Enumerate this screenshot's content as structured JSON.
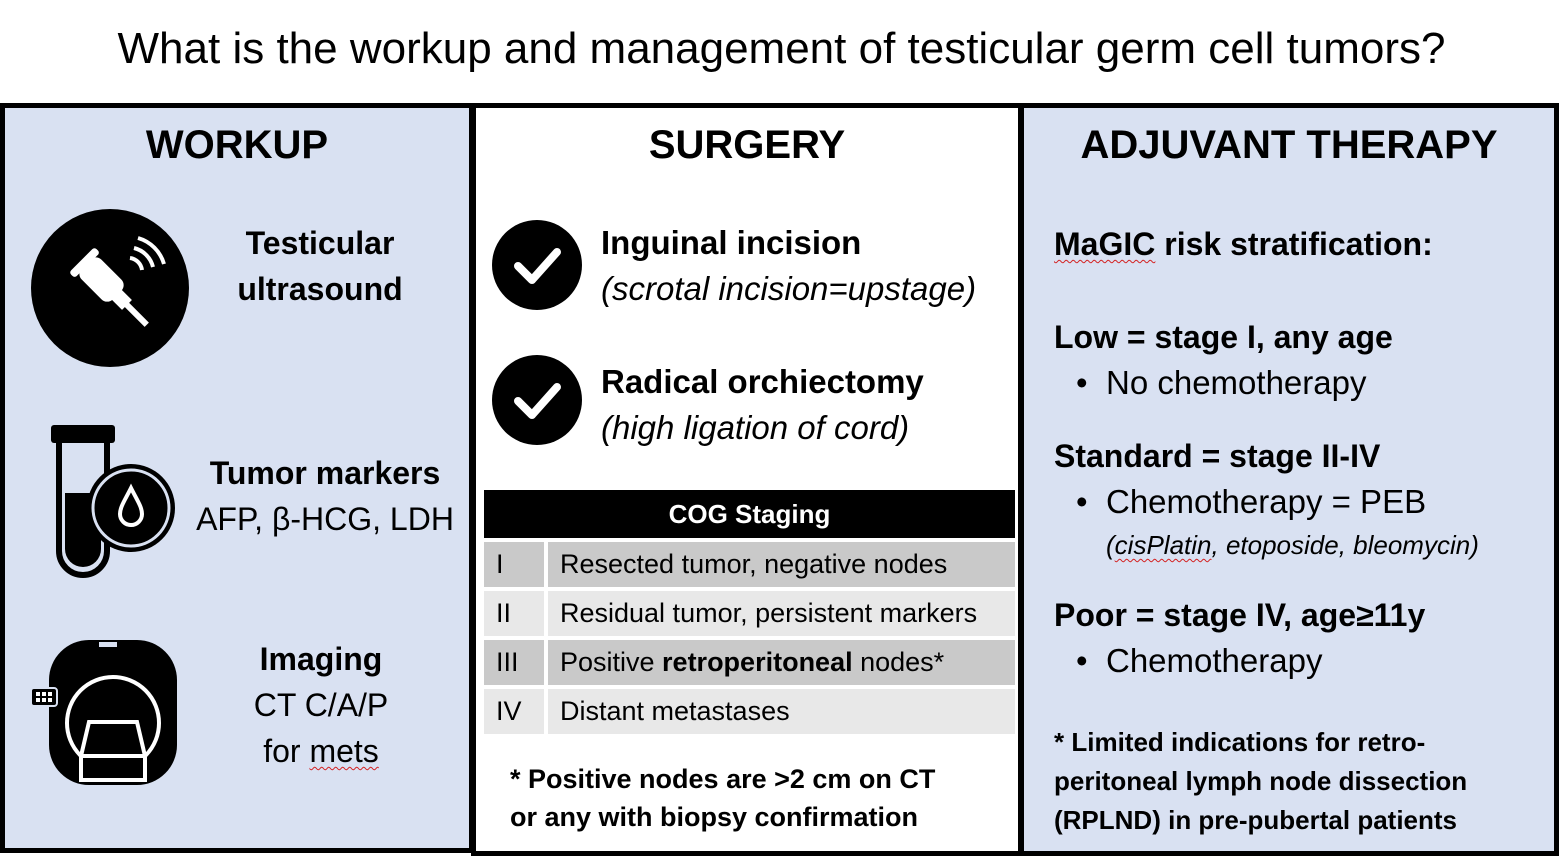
{
  "title": "What is the workup and management of testicular germ cell tumors?",
  "workup": {
    "heading": "WORKUP",
    "items": [
      {
        "icon": "ultrasound-probe-icon",
        "title_line1": "Testicular",
        "title_line2": "ultrasound"
      },
      {
        "icon": "blood-test-tube-icon",
        "title": "Tumor markers",
        "detail": "AFP, β-HCG, LDH"
      },
      {
        "icon": "ct-scanner-icon",
        "title": "Imaging",
        "detail_line1": "CT C/A/P",
        "detail_line2_pre": "for ",
        "detail_line2_word": "mets"
      }
    ]
  },
  "surgery": {
    "heading": "SURGERY",
    "items": [
      {
        "title": "Inguinal incision",
        "note": "(scrotal incision=upstage)"
      },
      {
        "title": "Radical orchiectomy",
        "note": "(high ligation of cord)"
      }
    ],
    "staging": {
      "header": "COG Staging",
      "rows": [
        {
          "stage": "I",
          "desc": "Resected tumor, negative nodes"
        },
        {
          "stage": "II",
          "desc": "Residual tumor, persistent markers"
        },
        {
          "stage": "III",
          "desc_pre": "Positive ",
          "desc_bold": "retroperitoneal",
          "desc_post": " nodes*"
        },
        {
          "stage": "IV",
          "desc": "Distant metastases"
        }
      ]
    },
    "footnote_line1": "* Positive nodes are >2 cm on CT",
    "footnote_line2": "or any with biopsy confirmation"
  },
  "adjuvant": {
    "heading": "ADJUVANT THERAPY",
    "risk_word": "MaGIC",
    "risk_rest": " risk stratification:",
    "groups": [
      {
        "title": "Low = stage I, any age",
        "bullet": "No chemotherapy"
      },
      {
        "title": "Standard = stage II-IV",
        "bullet": "Chemotherapy = PEB",
        "sub_pre": "(",
        "sub_word": "cisPlatin",
        "sub_post": ", etoposide, bleomycin)"
      },
      {
        "title": "Poor = stage IV, age≥11y",
        "bullet": "Chemotherapy"
      }
    ],
    "note_line1": "* Limited indications for retro-",
    "note_line2": "peritoneal lymph node dissection",
    "note_line3": "(RPLND) in pre-pubertal patients"
  },
  "colors": {
    "panel_blue": "#d9e1f2",
    "border": "#000000",
    "row_dark": "#c9c9c9",
    "row_light": "#e8e8e8",
    "spellcheck": "#d42020"
  }
}
